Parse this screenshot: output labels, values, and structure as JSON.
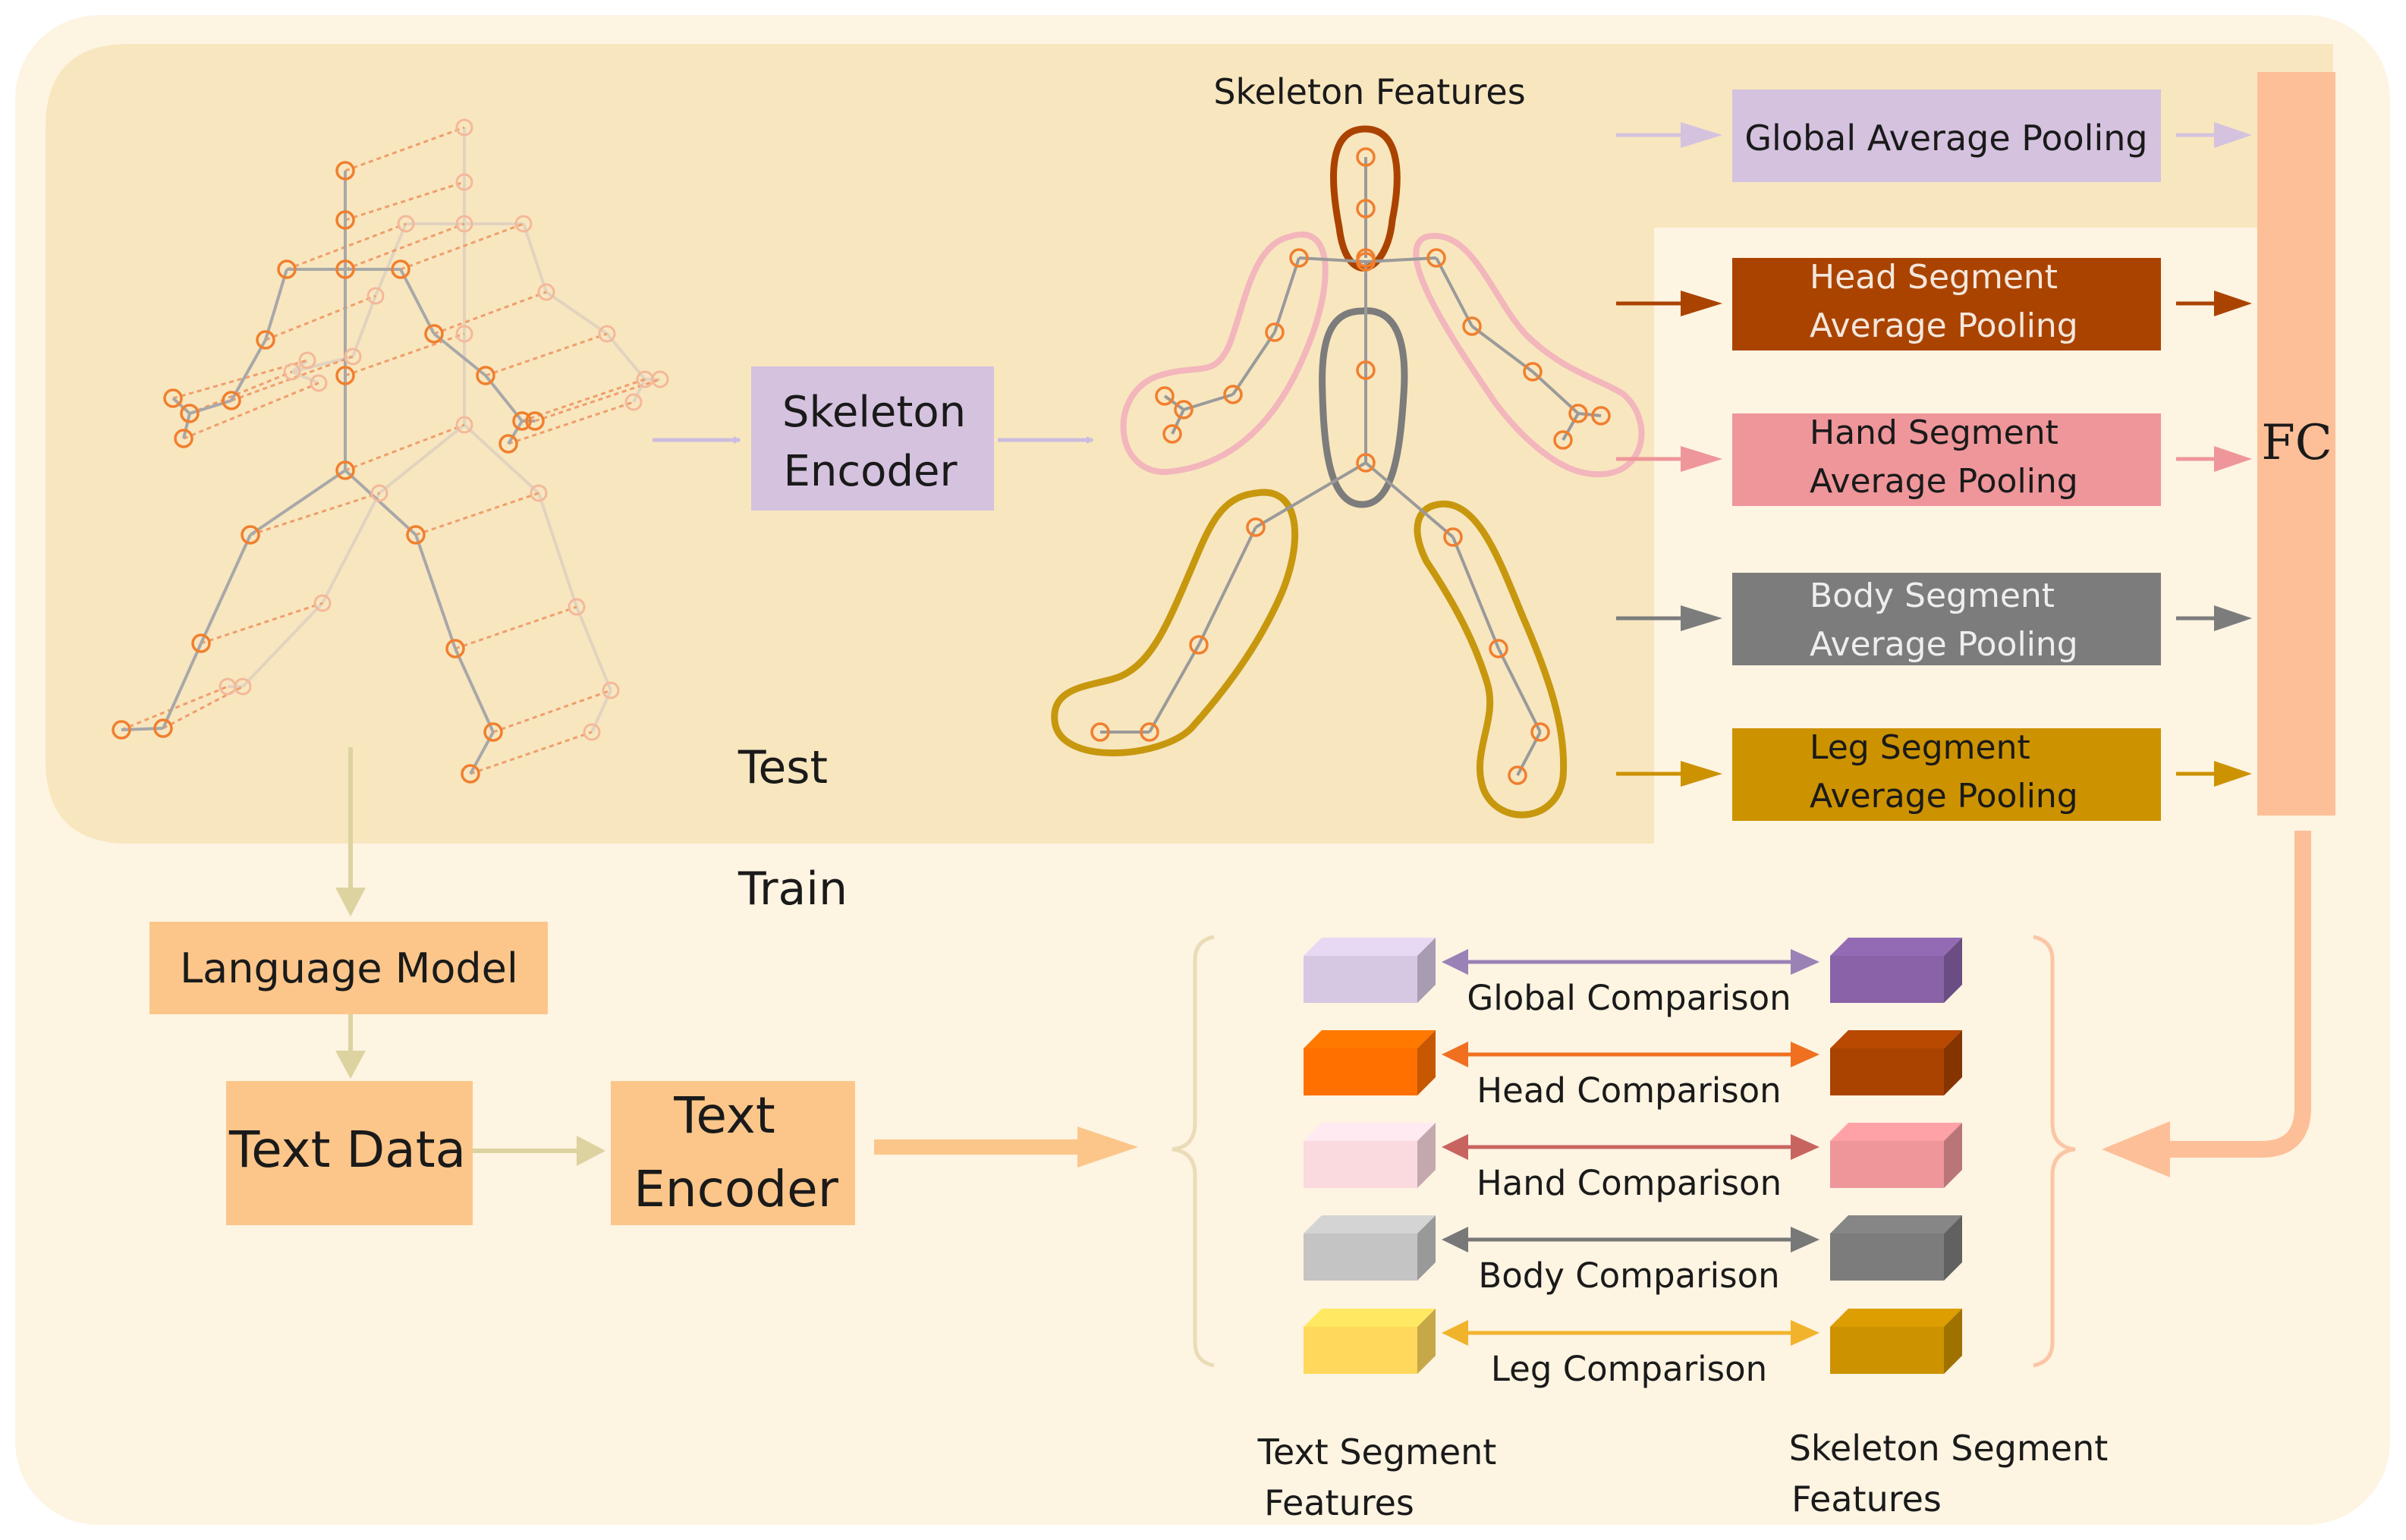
{
  "labels": {
    "skeleton_features": "Skeleton Features",
    "skeleton_encoder_l1": "Skeleton",
    "skeleton_encoder_l2": "Encoder",
    "test": "Test",
    "train": "Train",
    "language_model": "Language Model",
    "text_data": "Text Data",
    "text_encoder_l1": "Text",
    "text_encoder_l2": "Encoder",
    "fc": "FC",
    "text_segment_l1": "Text Segment",
    "text_segment_l2": "Features",
    "skeleton_segment_l1": "Skeleton Segment",
    "skeleton_segment_l2": "Features"
  },
  "poolings": [
    {
      "line1": "Global Average Pooling",
      "line2": "",
      "color": "#d4c2df",
      "text_color": "#222222"
    },
    {
      "line1": "Head Segment",
      "line2": "Average Pooling",
      "color": "#ab4300",
      "text_color": "#f3e7dc"
    },
    {
      "line1": "Hand Segment",
      "line2": "Average Pooling",
      "color": "#ee969a",
      "text_color": "#222222"
    },
    {
      "line1": "Body Segment",
      "line2": "Average Pooling",
      "color": "#7c7c7c",
      "text_color": "#eeeeee"
    },
    {
      "line1": "Leg Segment",
      "line2": "Average Pooling",
      "color": "#cc9200",
      "text_color": "#222222"
    }
  ],
  "comparisons": [
    {
      "label": "Global Comparison",
      "text_color": "#d6c8e2",
      "skel_color": "#8863a8",
      "arrow": "#9a82b6"
    },
    {
      "label": "Head Comparison",
      "text_color": "#ff7000",
      "skel_color": "#ab4300",
      "arrow": "#f07020"
    },
    {
      "label": "Hand Comparison",
      "text_color": "#fad9df",
      "skel_color": "#ee969a",
      "arrow": "#c86460"
    },
    {
      "label": "Body Comparison",
      "text_color": "#c4c4c4",
      "skel_color": "#7c7c7c",
      "arrow": "#787878"
    },
    {
      "label": "Leg Comparison",
      "text_color": "#ffd85c",
      "skel_color": "#cc9200",
      "arrow": "#f2b32c"
    }
  ],
  "colors": {
    "background": "#fdf4e2",
    "test_region": "#f8e6bf",
    "encoder": "#d4c2df",
    "language_model": "#fcc68a",
    "fc_bar": "#fdbf98"
  }
}
